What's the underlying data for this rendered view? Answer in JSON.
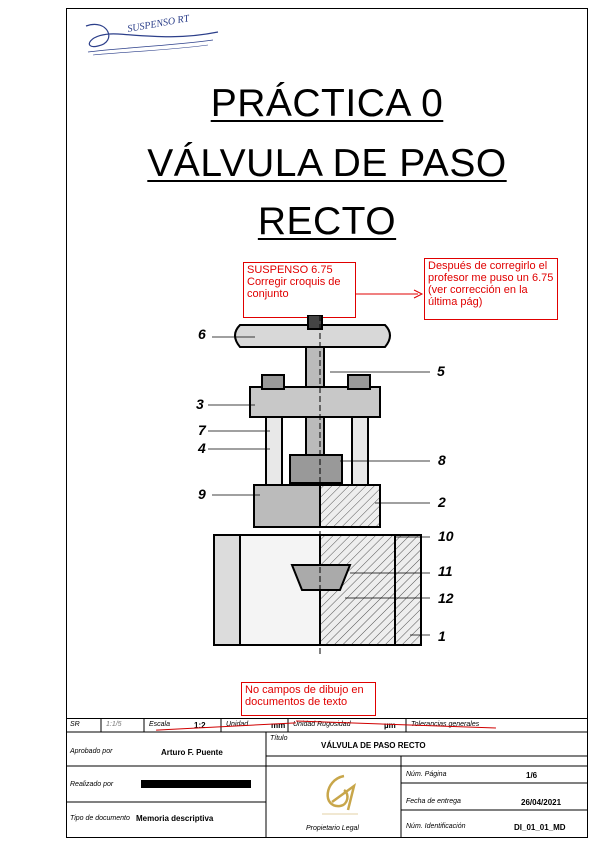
{
  "title": {
    "line1": "PRÁCTICA 0",
    "line2": "VÁLVULA DE PASO",
    "line3": "RECTO"
  },
  "signature": {
    "text": "SUSPENSO RT"
  },
  "annotations": {
    "grade_note": "SUSPENSO 6.75\nCorregir croquis de conjunto",
    "correction_note": "Después de corregirlo el profesor me puso un 6.75 (ver corrección en la última pág)",
    "drawing_field_note": "No campos de dibujo en documentos de texto"
  },
  "drawing": {
    "part_labels": [
      "6",
      "5",
      "3",
      "7",
      "4",
      "8",
      "9",
      "2",
      "10",
      "11",
      "12",
      "1"
    ]
  },
  "title_block": {
    "sr_label": "SR",
    "sr_value": "1:1/5",
    "scale_label": "Escala",
    "scale_value": "1:2",
    "unit_label": "Unidad",
    "unit_value": "mm",
    "roughness_label": "Unidad Rugosidad",
    "roughness_value": "µm",
    "tolerance_label": "Tolerancias generales",
    "approved_label": "Aprobado por",
    "approved_value": "Arturo F. Puente",
    "title_label": "Título",
    "title_value": "VÁLVULA DE PASO RECTO",
    "made_label": "Realizado por",
    "doc_type_label": "Tipo de documento",
    "doc_type_value": "Memoria descriptiva",
    "owner_label": "Propietario Legal",
    "page_label": "Núm. Página",
    "page_value": "1/6",
    "date_label": "Fecha de entrega",
    "date_value": "26/04/2021",
    "id_label": "Núm. Identificación",
    "id_value": "DI_01_01_MD"
  },
  "colors": {
    "annotation": "#e00000",
    "logo": "#c8a64a"
  }
}
